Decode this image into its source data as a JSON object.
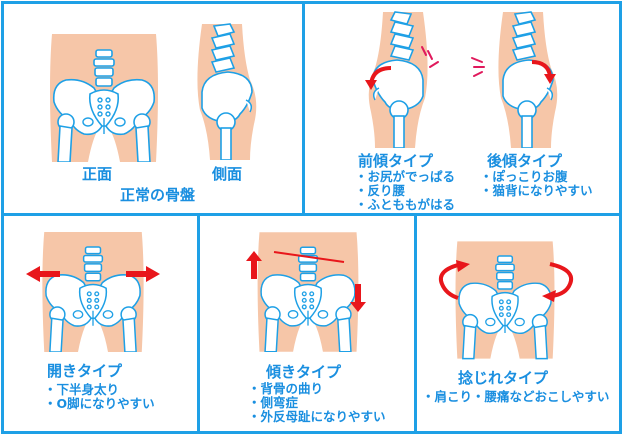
{
  "colors": {
    "border": "#1ea0e6",
    "text": "#1a8fe0",
    "skin": "#f6c6a8",
    "bone_fill": "#ffffff",
    "bone_outline": "#1ea0e6",
    "arrow": "#e8161b",
    "accent_marks": "#e0195c"
  },
  "panels": {
    "normal": {
      "front_label": "正面",
      "side_label": "側面",
      "title": "正常の骨盤"
    },
    "anterior_tilt": {
      "title": "前傾タイプ",
      "bullets": [
        "・お尻がでっぱる",
        "・反り腰",
        "・ふとももがはる"
      ]
    },
    "posterior_tilt": {
      "title": "後傾タイプ",
      "bullets": [
        "・ぽっこりお腹",
        "・猫背になりやすい"
      ]
    },
    "open": {
      "title": "開きタイプ",
      "bullets": [
        "・下半身太り",
        "・O脚になりやすい"
      ]
    },
    "tilted": {
      "title": "傾きタイプ",
      "bullets": [
        "・背骨の曲り",
        "・側弯症",
        "・外反母趾になりやすい"
      ]
    },
    "twisted": {
      "title": "捻じれタイプ",
      "bullets": [
        "・肩こり・腰痛などおこしやすい"
      ]
    }
  },
  "icons": {
    "front_pelvis": "pelvis-front-illustration",
    "side_pelvis": "pelvis-side-illustration",
    "outward_arrows": "horizontal-outward-arrows",
    "up_down_arrows": "vertical-up-down-arrows",
    "rotation_arrows": "curved-rotation-arrows",
    "curved_arrow": "curved-tilt-arrow"
  }
}
